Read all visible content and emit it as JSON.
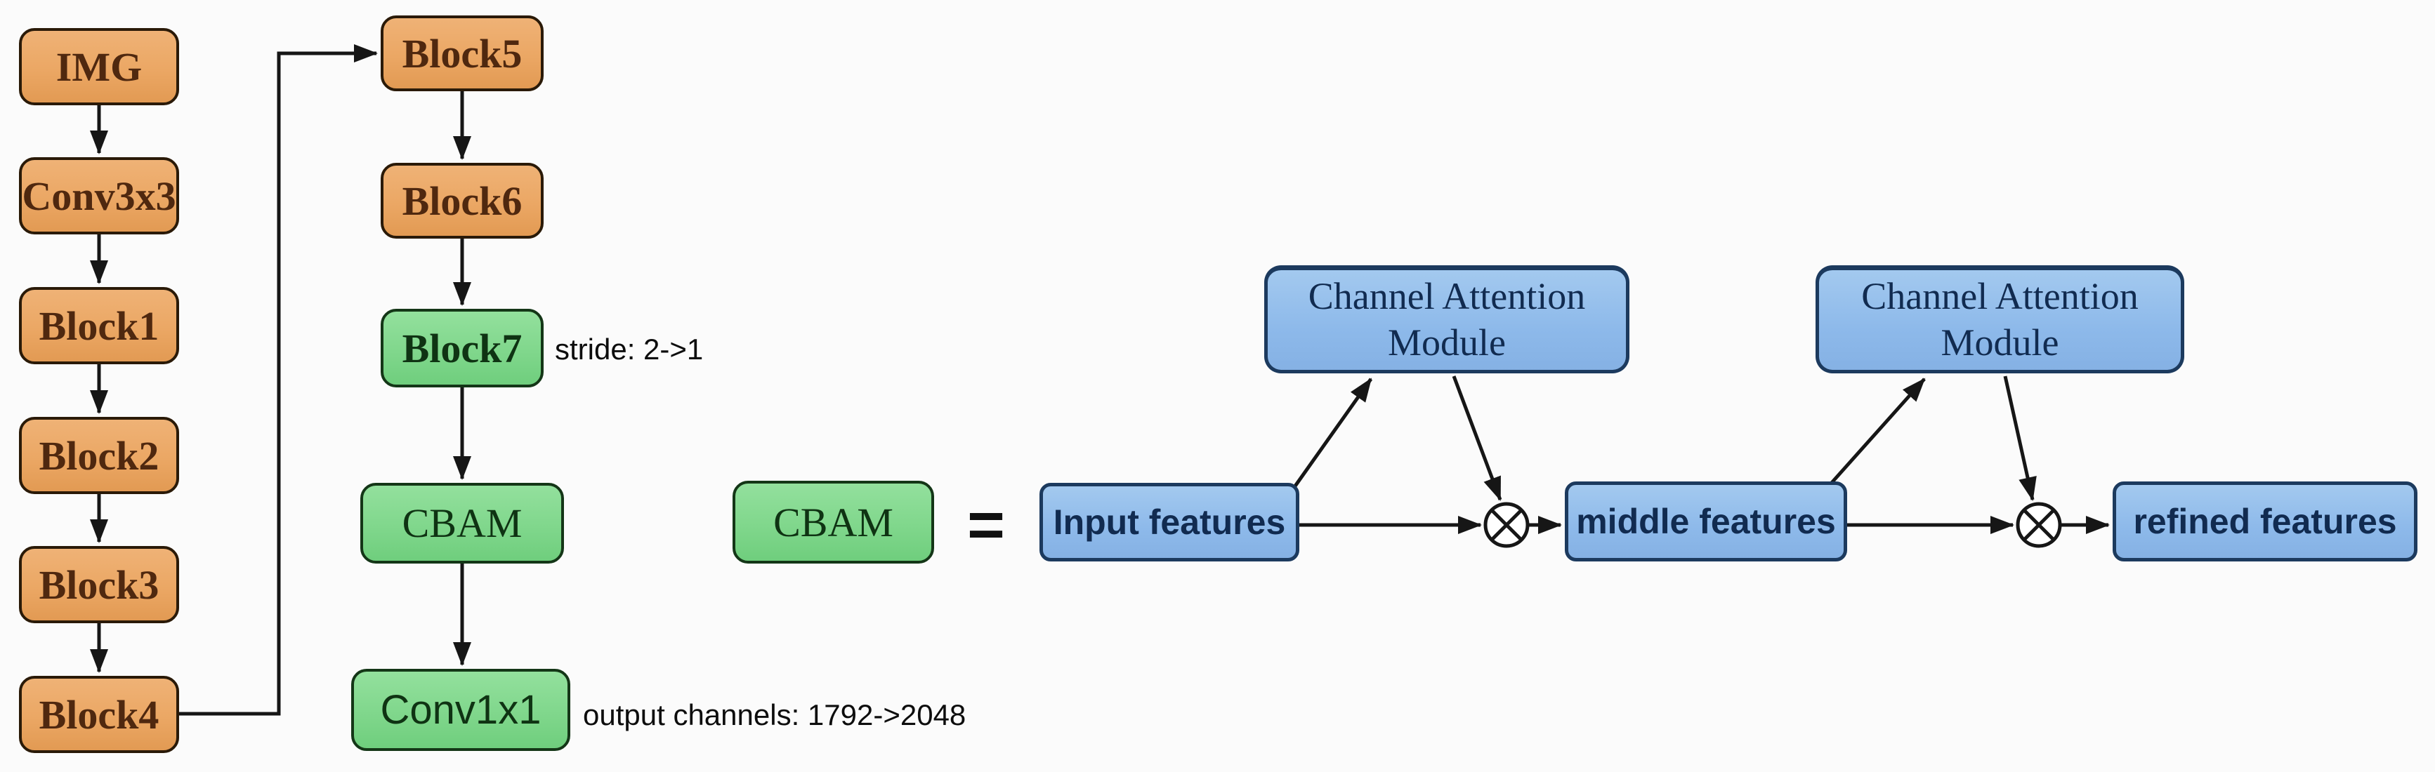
{
  "colors": {
    "background": "#fbfbfb",
    "backbone_fill": "#eba764",
    "backbone_border": "#2a1a08",
    "backbone_text": "#4f280f",
    "green_fill": "#80d78c",
    "green_border": "#143617",
    "green_text": "#0f3313",
    "blue_fill": "#8db9ea",
    "blue_border": "#1c3a5e",
    "blue_text": "#112b50",
    "arrow": "#161616"
  },
  "backbone": {
    "column1": [
      {
        "label": "IMG"
      },
      {
        "label": "Conv3x3"
      },
      {
        "label": "Block1"
      },
      {
        "label": "Block2"
      },
      {
        "label": "Block3"
      },
      {
        "label": "Block4"
      }
    ],
    "column2": [
      {
        "label": "Block5"
      },
      {
        "label": "Block6"
      },
      {
        "label": "Block7",
        "annotation": "stride: 2->1"
      },
      {
        "label": "CBAM"
      },
      {
        "label": "Conv1x1",
        "annotation": "output channels: 1792->2048"
      }
    ]
  },
  "legend": {
    "cbam_label": "CBAM",
    "equals_sign": "="
  },
  "cbam_detail": {
    "input_label": "Input features",
    "cam_label": "Channel Attention Module",
    "middle_label": "middle features",
    "refined_label": "refined features",
    "multiply_operator": "⊗"
  }
}
